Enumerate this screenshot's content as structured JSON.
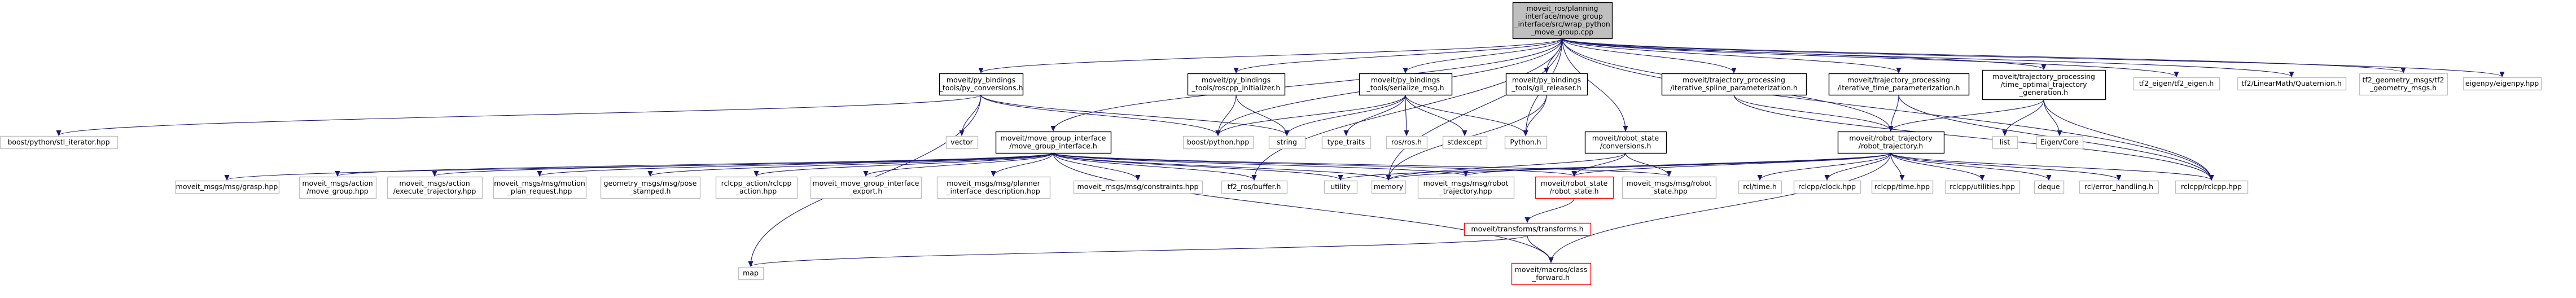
{
  "colors": {
    "edge": "#191970",
    "node_fill": "#ffffff",
    "node_stroke": "#bfbfbf",
    "node_stroke_strong": "#000000",
    "root_fill": "#bfbfbf",
    "missing_stroke": "#ff0000"
  },
  "nodes": [
    {
      "id": "root",
      "lines": [
        "moveit_ros/planning",
        "_interface/move_group",
        "_interface/src/wrap_python",
        "_move_group.cpp"
      ],
      "style": "root"
    },
    {
      "id": "py_conv",
      "lines": [
        "moveit/py_bindings",
        "_tools/py_conversions.h"
      ],
      "style": "strong"
    },
    {
      "id": "roscpp_init",
      "lines": [
        "moveit/py_bindings",
        "_tools/roscpp_initializer.h"
      ],
      "style": "strong"
    },
    {
      "id": "serialize_msg",
      "lines": [
        "moveit/py_bindings",
        "_tools/serialize_msg.h"
      ],
      "style": "strong"
    },
    {
      "id": "gil_release",
      "lines": [
        "moveit/py_bindings",
        "_tools/gil_releaser.h"
      ],
      "style": "strong"
    },
    {
      "id": "isp",
      "lines": [
        "moveit/trajectory_processing",
        "/iterative_spline_parameterization.h"
      ],
      "style": "strong"
    },
    {
      "id": "itp",
      "lines": [
        "moveit/trajectory_processing",
        "/iterative_time_parameterization.h"
      ],
      "style": "strong"
    },
    {
      "id": "totg",
      "lines": [
        "moveit/trajectory_processing",
        "/time_optimal_trajectory",
        "_generation.h"
      ],
      "style": "strong"
    },
    {
      "id": "tf2_eigen",
      "lines": [
        "tf2_eigen/tf2_eigen.h"
      ],
      "style": "gray"
    },
    {
      "id": "tf2_lmq",
      "lines": [
        "tf2/LinearMath/Quaternion.h"
      ],
      "style": "gray"
    },
    {
      "id": "tf2_geom",
      "lines": [
        "tf2_geometry_msgs/tf2",
        "_geometry_msgs.h"
      ],
      "style": "gray"
    },
    {
      "id": "eigenpy",
      "lines": [
        "eigenpy/eigenpy.hpp"
      ],
      "style": "gray"
    },
    {
      "id": "stl_iter",
      "lines": [
        "boost/python/stl_iterator.hpp"
      ],
      "style": "gray"
    },
    {
      "id": "vector",
      "lines": [
        "vector"
      ],
      "style": "gray"
    },
    {
      "id": "mgi",
      "lines": [
        "moveit/move_group_interface",
        "/move_group_interface.h"
      ],
      "style": "strong"
    },
    {
      "id": "boost_py",
      "lines": [
        "boost/python.hpp"
      ],
      "style": "gray"
    },
    {
      "id": "string",
      "lines": [
        "string"
      ],
      "style": "gray"
    },
    {
      "id": "type_traits",
      "lines": [
        "type_traits"
      ],
      "style": "gray"
    },
    {
      "id": "ros_h",
      "lines": [
        "ros/ros.h"
      ],
      "style": "gray"
    },
    {
      "id": "stdexcept",
      "lines": [
        "stdexcept"
      ],
      "style": "gray"
    },
    {
      "id": "python_h",
      "lines": [
        "Python.h"
      ],
      "style": "gray"
    },
    {
      "id": "rs_conv",
      "lines": [
        "moveit/robot_state",
        "/conversions.h"
      ],
      "style": "strong"
    },
    {
      "id": "robot_traj",
      "lines": [
        "moveit/robot_trajectory",
        "/robot_trajectory.h"
      ],
      "style": "strong"
    },
    {
      "id": "list",
      "lines": [
        "list"
      ],
      "style": "gray"
    },
    {
      "id": "eigen_core",
      "lines": [
        "Eigen/Core"
      ],
      "style": "gray"
    },
    {
      "id": "grasp",
      "lines": [
        "moveit_msgs/msg/grasp.hpp"
      ],
      "style": "gray"
    },
    {
      "id": "act_mg",
      "lines": [
        "moveit_msgs/action",
        "/move_group.hpp"
      ],
      "style": "gray"
    },
    {
      "id": "act_et",
      "lines": [
        "moveit_msgs/action",
        "/execute_trajectory.hpp"
      ],
      "style": "gray"
    },
    {
      "id": "mpr",
      "lines": [
        "moveit_msgs/msg/motion",
        "_plan_request.hpp"
      ],
      "style": "gray"
    },
    {
      "id": "pose_st",
      "lines": [
        "geometry_msgs/msg/pose",
        "_stamped.h"
      ],
      "style": "gray"
    },
    {
      "id": "rclcpp_act",
      "lines": [
        "rclcpp_action/rclcpp",
        "_action.hpp"
      ],
      "style": "gray"
    },
    {
      "id": "mgi_export",
      "lines": [
        "moveit_move_group_interface",
        "_export.h"
      ],
      "style": "gray"
    },
    {
      "id": "pid",
      "lines": [
        "moveit_msgs/msg/planner",
        "_interface_description.hpp"
      ],
      "style": "gray"
    },
    {
      "id": "constraints",
      "lines": [
        "moveit_msgs/msg/constraints.hpp"
      ],
      "style": "gray"
    },
    {
      "id": "tf2_buffer",
      "lines": [
        "tf2_ros/buffer.h"
      ],
      "style": "gray"
    },
    {
      "id": "utility",
      "lines": [
        "utility"
      ],
      "style": "gray"
    },
    {
      "id": "memory",
      "lines": [
        "memory"
      ],
      "style": "gray"
    },
    {
      "id": "rt_msg",
      "lines": [
        "moveit_msgs/msg/robot",
        "_trajectory.hpp"
      ],
      "style": "gray"
    },
    {
      "id": "rs_h",
      "lines": [
        "moveit/robot_state",
        "/robot_state.h"
      ],
      "style": "red"
    },
    {
      "id": "rs_msg",
      "lines": [
        "moveit_msgs/msg/robot",
        "_state.hpp"
      ],
      "style": "gray"
    },
    {
      "id": "rcl_time",
      "lines": [
        "rcl/time.h"
      ],
      "style": "gray"
    },
    {
      "id": "rclcpp_clock",
      "lines": [
        "rclcpp/clock.hpp"
      ],
      "style": "gray"
    },
    {
      "id": "rclcpp_time",
      "lines": [
        "rclcpp/time.hpp"
      ],
      "style": "gray"
    },
    {
      "id": "rclcpp_util",
      "lines": [
        "rclcpp/utilities.hpp"
      ],
      "style": "gray"
    },
    {
      "id": "deque",
      "lines": [
        "deque"
      ],
      "style": "gray"
    },
    {
      "id": "rcl_err",
      "lines": [
        "rcl/error_handling.h"
      ],
      "style": "gray"
    },
    {
      "id": "rclcpp_h",
      "lines": [
        "rclcpp/rclcpp.hpp"
      ],
      "style": "gray"
    },
    {
      "id": "transforms",
      "lines": [
        "moveit/transforms/transforms.h"
      ],
      "style": "red"
    },
    {
      "id": "map",
      "lines": [
        "map"
      ],
      "style": "gray"
    },
    {
      "id": "class_fwd",
      "lines": [
        "moveit/macros/class",
        "_forward.h"
      ],
      "style": "red"
    }
  ],
  "edges": [
    [
      "root",
      "py_conv"
    ],
    [
      "root",
      "roscpp_init"
    ],
    [
      "root",
      "serialize_msg"
    ],
    [
      "root",
      "gil_release"
    ],
    [
      "root",
      "isp"
    ],
    [
      "root",
      "itp"
    ],
    [
      "root",
      "totg"
    ],
    [
      "root",
      "tf2_eigen"
    ],
    [
      "root",
      "tf2_lmq"
    ],
    [
      "root",
      "tf2_geom"
    ],
    [
      "root",
      "eigenpy"
    ],
    [
      "root",
      "mgi"
    ],
    [
      "root",
      "rs_conv"
    ],
    [
      "root",
      "robot_traj"
    ],
    [
      "root",
      "boost_py"
    ],
    [
      "root",
      "python_h"
    ],
    [
      "root",
      "memory"
    ],
    [
      "root",
      "tf2_buffer"
    ],
    [
      "root",
      "rclcpp_h"
    ],
    [
      "py_conv",
      "stl_iter"
    ],
    [
      "py_conv",
      "vector"
    ],
    [
      "py_conv",
      "boost_py"
    ],
    [
      "py_conv",
      "string"
    ],
    [
      "py_conv",
      "map"
    ],
    [
      "roscpp_init",
      "boost_py"
    ],
    [
      "roscpp_init",
      "string"
    ],
    [
      "serialize_msg",
      "boost_py"
    ],
    [
      "serialize_msg",
      "string"
    ],
    [
      "serialize_msg",
      "type_traits"
    ],
    [
      "serialize_msg",
      "ros_h"
    ],
    [
      "serialize_msg",
      "stdexcept"
    ],
    [
      "serialize_msg",
      "python_h"
    ],
    [
      "gil_release",
      "python_h"
    ],
    [
      "gil_release",
      "memory"
    ],
    [
      "isp",
      "robot_traj"
    ],
    [
      "isp",
      "rclcpp_h"
    ],
    [
      "itp",
      "robot_traj"
    ],
    [
      "itp",
      "rclcpp_h"
    ],
    [
      "totg",
      "robot_traj"
    ],
    [
      "totg",
      "list"
    ],
    [
      "totg",
      "eigen_core"
    ],
    [
      "totg",
      "rclcpp_h"
    ],
    [
      "mgi",
      "grasp"
    ],
    [
      "mgi",
      "act_mg"
    ],
    [
      "mgi",
      "act_et"
    ],
    [
      "mgi",
      "mpr"
    ],
    [
      "mgi",
      "pose_st"
    ],
    [
      "mgi",
      "rclcpp_act"
    ],
    [
      "mgi",
      "mgi_export"
    ],
    [
      "mgi",
      "pid"
    ],
    [
      "mgi",
      "constraints"
    ],
    [
      "mgi",
      "tf2_buffer"
    ],
    [
      "mgi",
      "utility"
    ],
    [
      "mgi",
      "memory"
    ],
    [
      "mgi",
      "rt_msg"
    ],
    [
      "mgi",
      "rs_h"
    ],
    [
      "mgi",
      "rs_msg"
    ],
    [
      "mgi",
      "class_fwd"
    ],
    [
      "rs_conv",
      "rs_h"
    ],
    [
      "rs_conv",
      "rs_msg"
    ],
    [
      "rs_conv",
      "memory"
    ],
    [
      "robot_traj",
      "rt_msg"
    ],
    [
      "robot_traj",
      "rs_h"
    ],
    [
      "robot_traj",
      "rcl_time"
    ],
    [
      "robot_traj",
      "rclcpp_clock"
    ],
    [
      "robot_traj",
      "rclcpp_time"
    ],
    [
      "robot_traj",
      "rclcpp_util"
    ],
    [
      "robot_traj",
      "deque"
    ],
    [
      "robot_traj",
      "rcl_err"
    ],
    [
      "robot_traj",
      "rclcpp_h"
    ],
    [
      "robot_traj",
      "memory"
    ],
    [
      "robot_traj",
      "utility"
    ],
    [
      "robot_traj",
      "class_fwd"
    ],
    [
      "rs_h",
      "transforms"
    ],
    [
      "transforms",
      "map"
    ],
    [
      "transforms",
      "class_fwd"
    ]
  ]
}
